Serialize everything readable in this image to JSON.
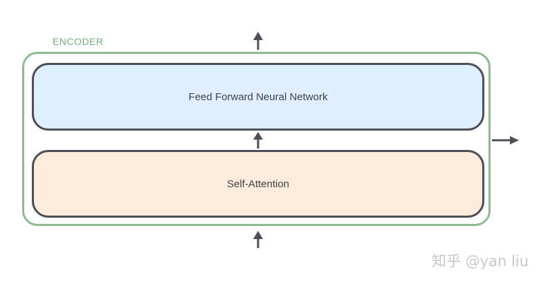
{
  "encoder": {
    "label": "ENCODER",
    "layers": {
      "feed_forward": "Feed Forward Neural Network",
      "self_attention": "Self-Attention"
    }
  },
  "watermark": "知乎 @yan liu",
  "colors": {
    "encoder_border": "#8dba8f",
    "encoder_label": "#7aaf7e",
    "layer_border": "#4c4f57",
    "feed_forward_fill": "#e0efff",
    "self_attention_fill": "#fdebdc",
    "arrow": "#4c4f57"
  }
}
